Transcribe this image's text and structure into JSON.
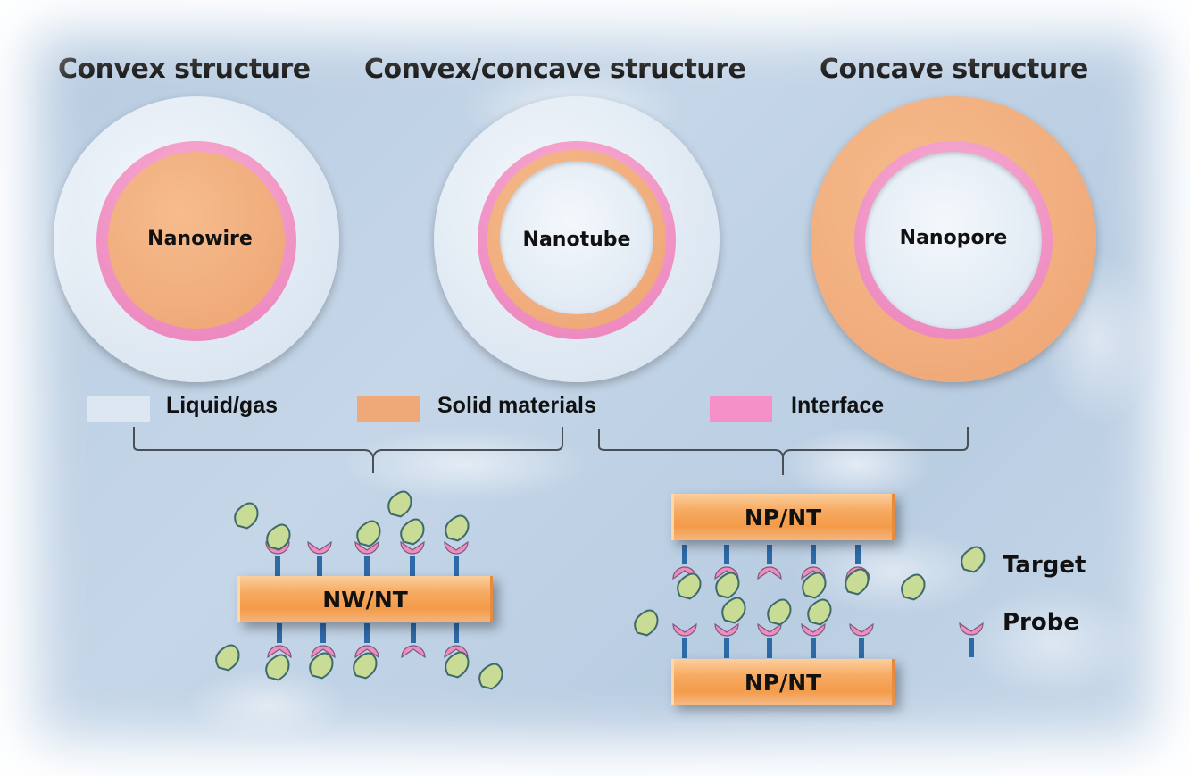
{
  "headings": {
    "convex": "Convex structure",
    "convex_concave": "Convex/concave structure",
    "concave": "Concave structure"
  },
  "structures": {
    "nanowire": "Nanowire",
    "nanotube": "Nanotube",
    "nanopore": "Nanopore"
  },
  "legend": {
    "liquid_gas": {
      "label": "Liquid/gas",
      "color": "#dde7f2"
    },
    "solid": {
      "label": "Solid materials",
      "color": "#efa878"
    },
    "interface": {
      "label": "Interface",
      "color": "#f590c8"
    }
  },
  "devices": {
    "nw_nt": "NW/NT",
    "np_nt_top": "NP/NT",
    "np_nt_bottom": "NP/NT"
  },
  "key": {
    "target": "Target",
    "probe": "Probe"
  },
  "colors": {
    "target_fill": "#c8dc96",
    "target_stroke": "#3f6a6a",
    "probe_fill": "#f08cc0",
    "probe_stroke": "#7a5a7a",
    "stem": "#2e6aa8",
    "bracket": "#4a4f55"
  }
}
